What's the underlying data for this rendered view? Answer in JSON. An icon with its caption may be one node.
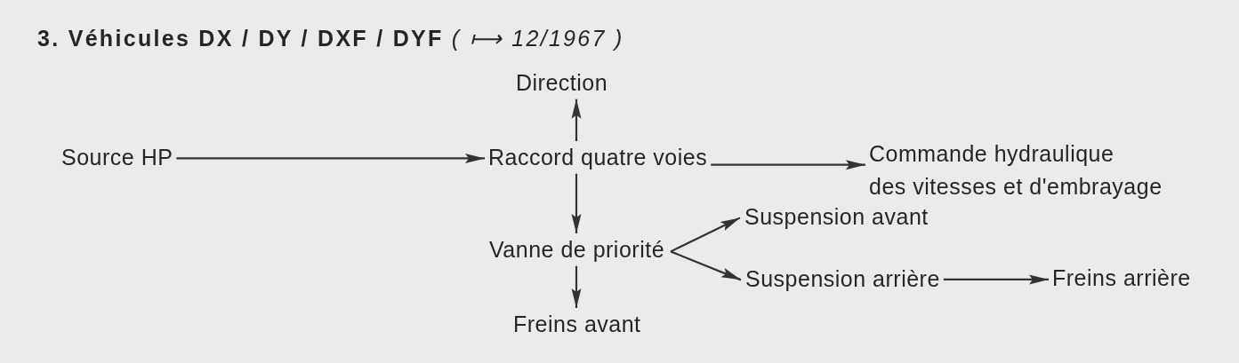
{
  "diagram": {
    "title": "**3. Véhicules DX / DY / DXF / DYF** *( ⟼ 12/1967 )*",
    "nodes": [
      {
        "text": [
          "Direction"
        ]
      },
      {
        "text": [
          "Source HP"
        ]
      },
      {
        "text": [
          "Raccord quatre voies"
        ]
      },
      {
        "text": [
          "Commande hydraulique des vitesses et d'embrayage"
        ]
      },
      {
        "text": [
          "Suspension avant"
        ]
      },
      {
        "text": [
          "Vanne de priorité"
        ]
      },
      {
        "text": [
          "Suspension arrière"
        ]
      },
      {
        "text": [
          "Freins arrière"
        ]
      },
      {
        "text": [
          "Freins avant"
        ]
      }
    ],
    "edges": [
      {
        "from": 1,
        "to": 2,
        "arrow": "to"
      },
      {
        "from": 2,
        "to": 0,
        "arrow": "to"
      },
      {
        "from": 2,
        "to": 3,
        "arrow": "to"
      },
      {
        "from": 2,
        "to": 5,
        "arrow": "to"
      },
      {
        "from": 5,
        "to": 4,
        "arrow": "to"
      },
      {
        "from": 5,
        "to": 6,
        "arrow": "to"
      },
      {
        "from": 5,
        "to": 8,
        "arrow": "to"
      },
      {
        "from": 6,
        "to": 7,
        "arrow": "to"
      }
    ]
  }
}
